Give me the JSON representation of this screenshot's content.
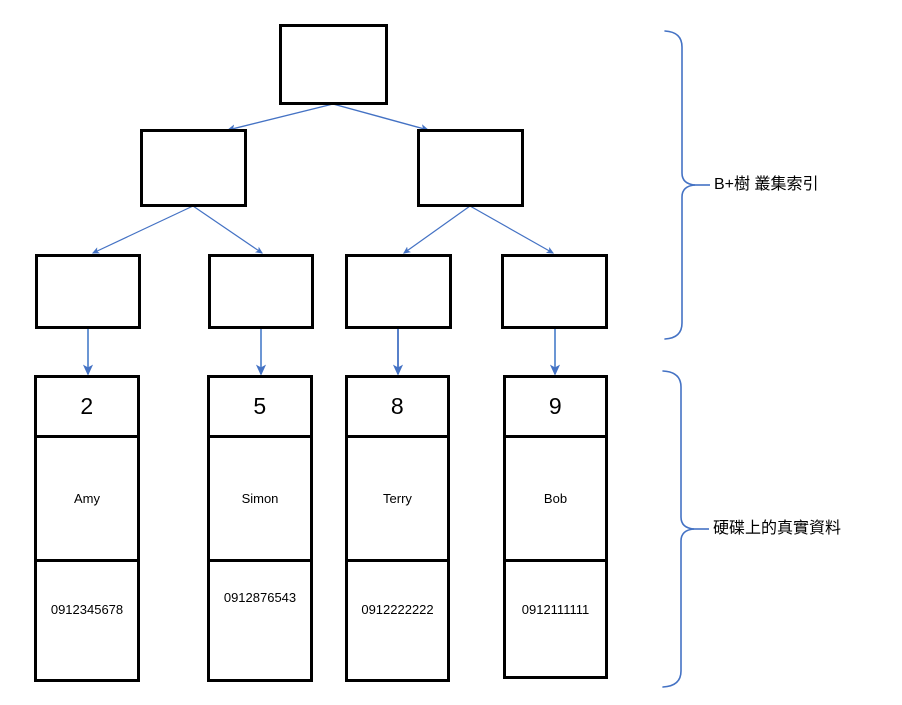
{
  "diagram": {
    "title": "B+ tree clustered index over on-disk rows",
    "colors": {
      "arrow": "#4472C4",
      "brace": "#4472C4",
      "box_border": "#000000",
      "background": "#ffffff",
      "text": "#000000"
    },
    "index_levels": [
      {
        "id": "root",
        "label": "",
        "nodes": [
          {
            "label": ""
          }
        ]
      },
      {
        "id": "internal",
        "label": "",
        "nodes": [
          {
            "label": ""
          },
          {
            "label": ""
          }
        ]
      },
      {
        "id": "leaf-index",
        "label": "",
        "nodes": [
          {
            "label": ""
          },
          {
            "label": ""
          },
          {
            "label": ""
          },
          {
            "label": ""
          }
        ]
      }
    ],
    "records": [
      {
        "key": "2",
        "name": "Amy",
        "phone": "0912345678"
      },
      {
        "key": "5",
        "name": "Simon",
        "phone": "0912876543"
      },
      {
        "key": "8",
        "name": "Terry",
        "phone": "0912222222"
      },
      {
        "key": "9",
        "name": "Bob",
        "phone": "0912111111"
      }
    ],
    "annotations": [
      {
        "id": "index-annotation",
        "label": "B+樹 叢集索引"
      },
      {
        "id": "data-annotation",
        "label": "硬碟上的真實資料"
      }
    ]
  }
}
